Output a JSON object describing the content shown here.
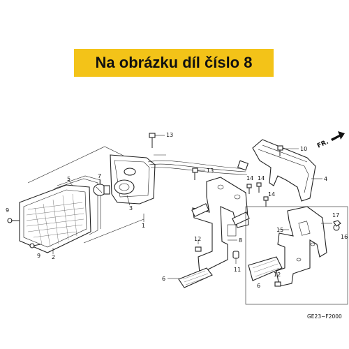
{
  "banner": {
    "text": "Na obrázku díl číslo 8",
    "color": "#f3c318"
  },
  "diagram": {
    "code": "GE23−F2000",
    "direction": "FR.",
    "callouts": [
      "1",
      "2",
      "3",
      "4",
      "5",
      "6",
      "6",
      "7",
      "8",
      "9",
      "9",
      "10",
      "11",
      "12",
      "12",
      "13",
      "13",
      "14",
      "14",
      "14",
      "15",
      "16",
      "17"
    ]
  }
}
